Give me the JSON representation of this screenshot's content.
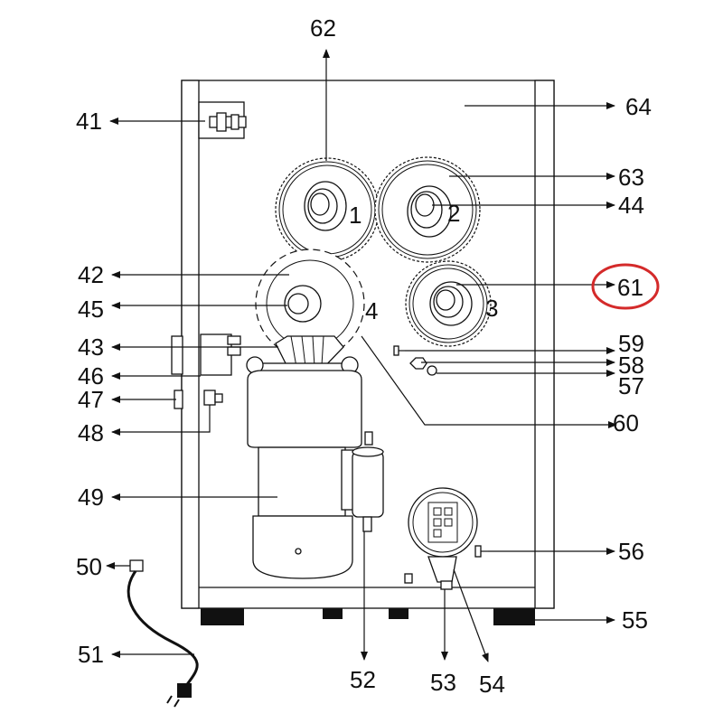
{
  "callouts": [
    {
      "id": "62",
      "text": "62"
    },
    {
      "id": "64",
      "text": "64"
    },
    {
      "id": "41",
      "text": "41"
    },
    {
      "id": "63",
      "text": "63"
    },
    {
      "id": "44",
      "text": "44"
    },
    {
      "id": "42",
      "text": "42"
    },
    {
      "id": "61",
      "text": "61"
    },
    {
      "id": "45",
      "text": "45"
    },
    {
      "id": "43",
      "text": "43"
    },
    {
      "id": "59",
      "text": "59"
    },
    {
      "id": "58",
      "text": "58"
    },
    {
      "id": "46",
      "text": "46"
    },
    {
      "id": "57",
      "text": "57"
    },
    {
      "id": "47",
      "text": "47"
    },
    {
      "id": "60",
      "text": "60"
    },
    {
      "id": "48",
      "text": "48"
    },
    {
      "id": "49",
      "text": "49"
    },
    {
      "id": "56",
      "text": "56"
    },
    {
      "id": "50",
      "text": "50"
    },
    {
      "id": "55",
      "text": "55"
    },
    {
      "id": "51",
      "text": "51"
    },
    {
      "id": "52",
      "text": "52"
    },
    {
      "id": "53",
      "text": "53"
    },
    {
      "id": "54",
      "text": "54"
    }
  ],
  "gear_numbers": {
    "g1": "1",
    "g2": "2",
    "g3": "3",
    "g4": "4"
  },
  "highlight": {
    "target": "61",
    "color": "#d42a2a"
  },
  "colors": {
    "line": "#111111",
    "background": "#ffffff"
  }
}
